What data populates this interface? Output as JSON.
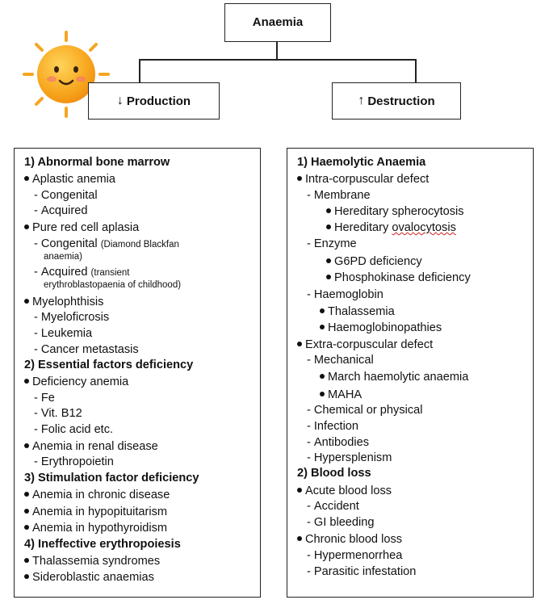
{
  "title": "Anaemia",
  "left_header": {
    "arrow": "↓",
    "label": "Production"
  },
  "right_header": {
    "arrow": "↑",
    "label": "Destruction"
  },
  "left": {
    "s1": "1) Abnormal bone marrow",
    "aplastic": "Aplastic anemia",
    "aplastic_congenital": "Congenital",
    "aplastic_acquired": "Acquired",
    "pure_red": "Pure red cell aplasia",
    "pr_congenital": "Congenital",
    "pr_congenital_note1": "(Diamond Blackfan",
    "pr_congenital_note2": "anaemia)",
    "pr_acquired": "Acquired",
    "pr_acquired_note1": "(transient",
    "pr_acquired_note2": "erythroblastopaenia of childhood)",
    "myelo": "Myelophthisis",
    "myelofibrosis": "Myeloficrosis",
    "leukemia": "Leukemia",
    "cancer": "Cancer  metastasis",
    "s2": "2) Essential factors deficiency",
    "deficiency": "Deficiency anemia",
    "fe": "Fe",
    "b12": "Vit. B12",
    "folic": "Folic acid etc.",
    "renal": "Anemia in renal disease",
    "epo": "Erythropoietin",
    "s3": "3) Stimulation factor  deficiency",
    "chronic": "Anemia in chronic disease",
    "hypopit": "Anemia in hypopituitarism",
    "hypothy": "Anemia in hypothyroidism",
    "s4": "4) Ineffective erythropoiesis",
    "thal_syn": "Thalassemia syndromes",
    "sidero": "Sideroblastic anaemias"
  },
  "right": {
    "s1": "1) Haemolytic Anaemia",
    "intra": "Intra-corpuscular  defect",
    "membrane": "Membrane",
    "spherocytosis": "Hereditary  spherocytosis",
    "ovalo_prefix": "Hereditary",
    "ovalo_word": "ovalocytosis",
    "enzyme": "Enzyme",
    "g6pd": "G6PD deficiency",
    "phospho": "Phosphokinase deficiency",
    "haemoglobin": "Haemoglobin",
    "thalassemia": "Thalassemia",
    "haemoglobinopathies": "Haemoglobinopathies",
    "extra": "Extra-corpuscular defect",
    "mechanical": "Mechanical",
    "march": "March haemolytic anaemia",
    "maha": "MAHA",
    "chemical": "Chemical  or physical",
    "infection": "Infection",
    "antibodies": "Antibodies",
    "hypersplenism": "Hypersplenism",
    "s2": "2) Blood loss",
    "acute": "Acute blood loss",
    "accident": "Accident",
    "gi": "GI bleeding",
    "chronic": "Chronic blood loss",
    "hypermenorrhea": "Hypermenorrhea",
    "parasitic": "Parasitic infestation"
  },
  "colors": {
    "line": "#222222",
    "sun": "#f6a21a",
    "sun_face": "#f7b52c",
    "ray": "#f5a623"
  },
  "icons": {
    "sun": "smiling-sun-icon"
  }
}
